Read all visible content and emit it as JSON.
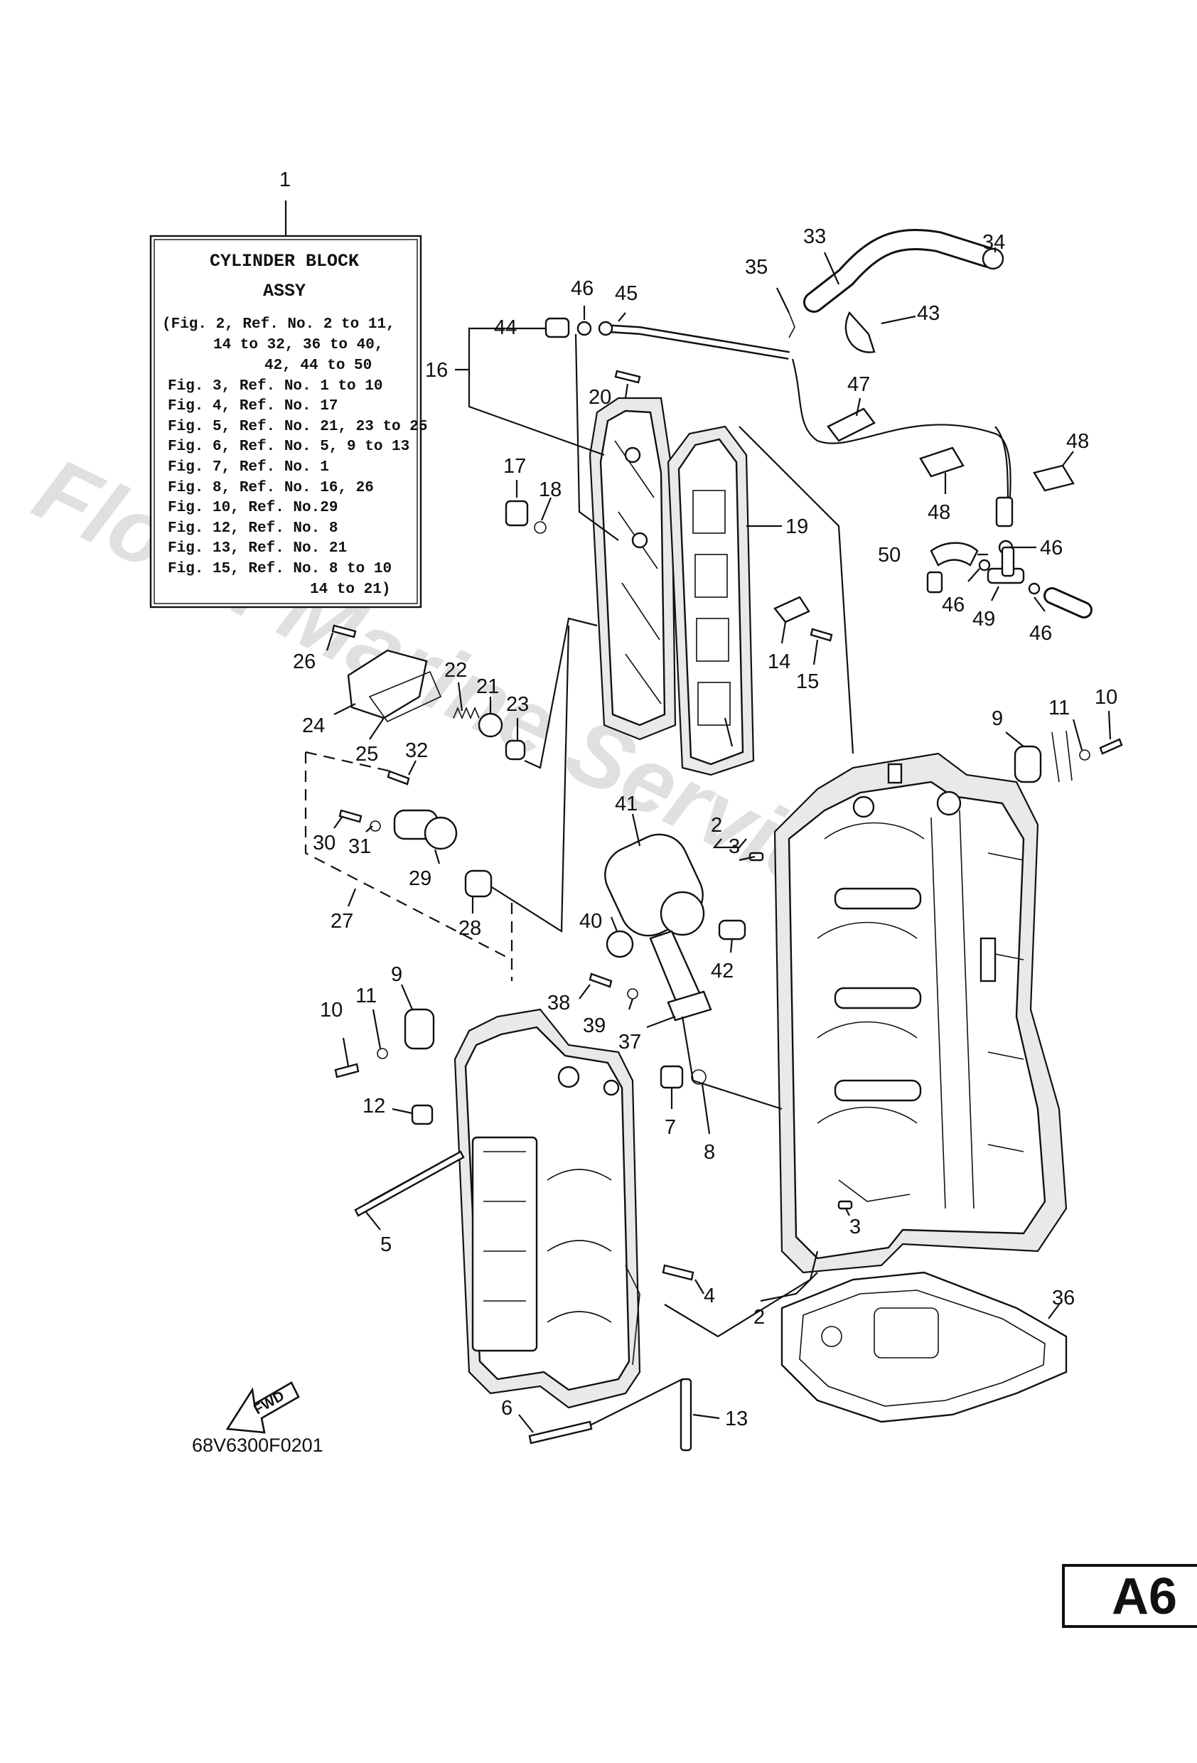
{
  "legend": {
    "callout": "1",
    "title_line1": "CYLINDER BLOCK",
    "title_line2": "ASSY",
    "lines": [
      "(Fig. 2, Ref. No. 2 to 11,",
      "14 to 32, 36 to 40,",
      "42, 44 to 50",
      "Fig. 3, Ref. No. 1 to 10",
      "Fig. 4, Ref. No. 17",
      "Fig. 5, Ref. No. 21, 23 to 25",
      "Fig. 6, Ref. No. 5, 9 to 13",
      "Fig. 7, Ref. No. 1",
      "Fig. 8, Ref. No. 16, 26",
      "Fig. 10, Ref. No.29",
      "Fig. 12, Ref. No. 8",
      "Fig. 13, Ref. No. 21",
      "Fig. 15, Ref. No. 8 to 10",
      "14 to 21)"
    ]
  },
  "callouts": [
    {
      "text": "2"
    },
    {
      "text": "2"
    },
    {
      "text": "3"
    },
    {
      "text": "3"
    },
    {
      "text": "4"
    },
    {
      "text": "5"
    },
    {
      "text": "6"
    },
    {
      "text": "7"
    },
    {
      "text": "8"
    },
    {
      "text": "9"
    },
    {
      "text": "9"
    },
    {
      "text": "10"
    },
    {
      "text": "10"
    },
    {
      "text": "11"
    },
    {
      "text": "11"
    },
    {
      "text": "12"
    },
    {
      "text": "13"
    },
    {
      "text": "14"
    },
    {
      "text": "15"
    },
    {
      "text": "16"
    },
    {
      "text": "17"
    },
    {
      "text": "18"
    },
    {
      "text": "19"
    },
    {
      "text": "20"
    },
    {
      "text": "21"
    },
    {
      "text": "22"
    },
    {
      "text": "23"
    },
    {
      "text": "24"
    },
    {
      "text": "25"
    },
    {
      "text": "26"
    },
    {
      "text": "27"
    },
    {
      "text": "28"
    },
    {
      "text": "29"
    },
    {
      "text": "30"
    },
    {
      "text": "31"
    },
    {
      "text": "32"
    },
    {
      "text": "33"
    },
    {
      "text": "34"
    },
    {
      "text": "35"
    },
    {
      "text": "36"
    },
    {
      "text": "37"
    },
    {
      "text": "38"
    },
    {
      "text": "39"
    },
    {
      "text": "40"
    },
    {
      "text": "41"
    },
    {
      "text": "42"
    },
    {
      "text": "43"
    },
    {
      "text": "44"
    },
    {
      "text": "45"
    },
    {
      "text": "46"
    },
    {
      "text": "46"
    },
    {
      "text": "46"
    },
    {
      "text": "46"
    },
    {
      "text": "47"
    },
    {
      "text": "48"
    },
    {
      "text": "48"
    },
    {
      "text": "49"
    },
    {
      "text": "50"
    }
  ],
  "fwd_label": "FWD",
  "diagram_code": "68V6300F0201",
  "page_tag": "A6",
  "watermark": "Flood Marine Services"
}
